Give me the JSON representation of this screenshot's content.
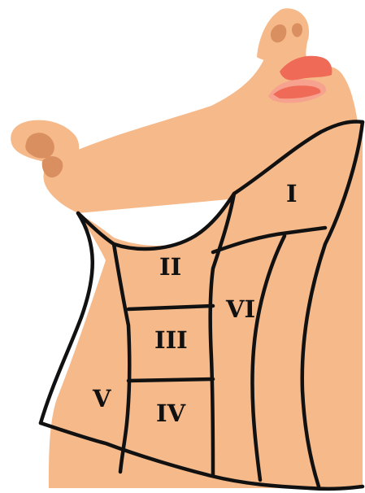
{
  "diagram": {
    "regions": [
      {
        "id": "I",
        "label": "I"
      },
      {
        "id": "II",
        "label": "II"
      },
      {
        "id": "III",
        "label": "III"
      },
      {
        "id": "IV",
        "label": "IV"
      },
      {
        "id": "V",
        "label": "V"
      },
      {
        "id": "VI",
        "label": "VI"
      }
    ],
    "colors": {
      "skin": "#f6b98a",
      "skin_shadow": "#d98f5f",
      "lips": "#ef6a57",
      "outline": "#111111",
      "background": "#ffffff"
    }
  }
}
